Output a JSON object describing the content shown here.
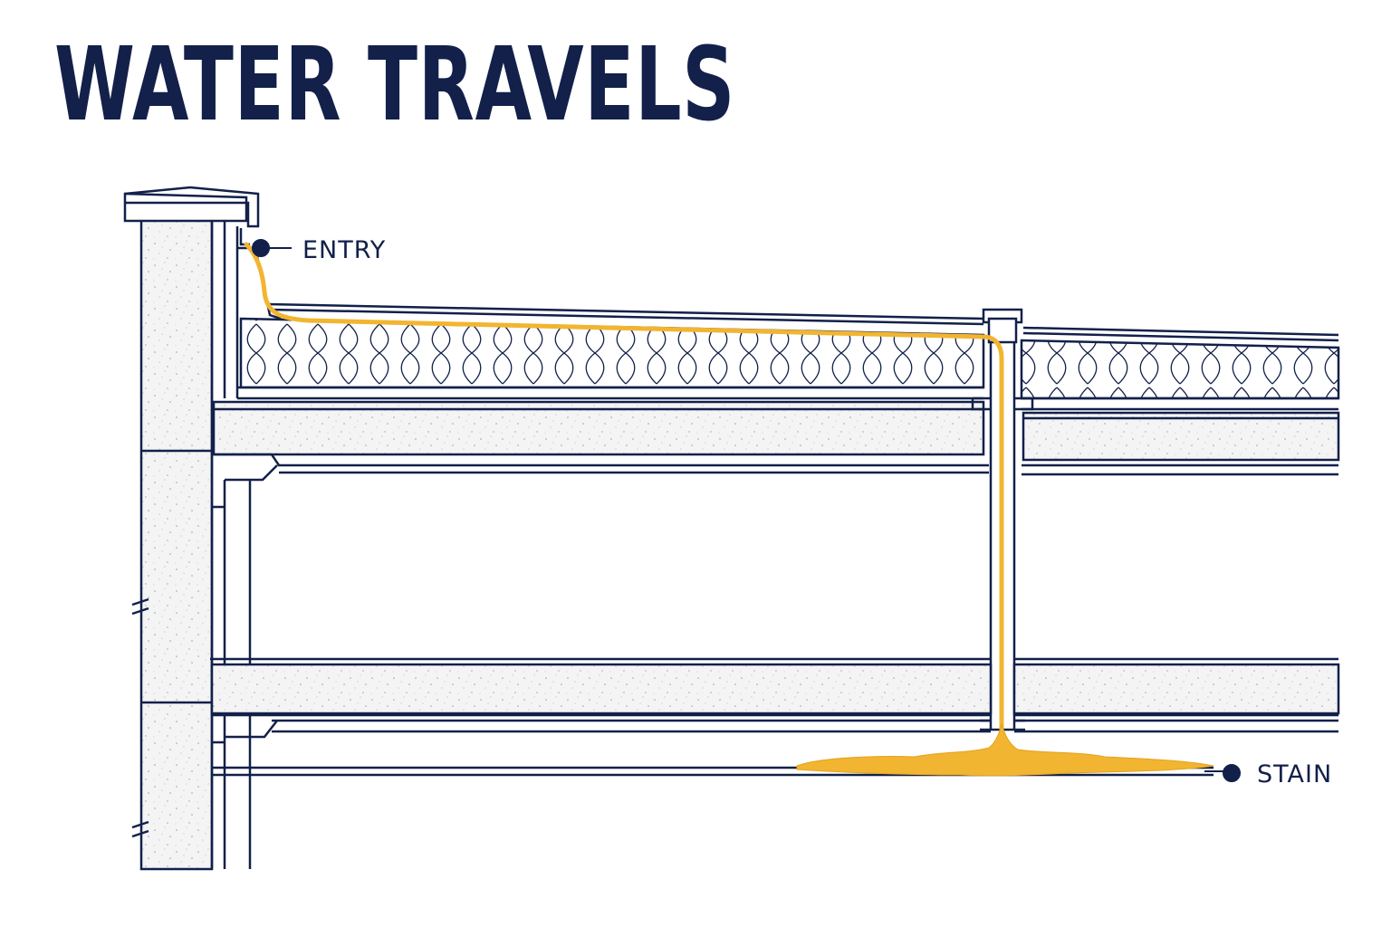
{
  "title": "WATER TRAVELS",
  "callouts": {
    "entry": "ENTRY",
    "stain": "STAIN"
  },
  "colors": {
    "ink": "#12204a",
    "water": "#f2b531",
    "concrete": "#f4f4f4"
  }
}
